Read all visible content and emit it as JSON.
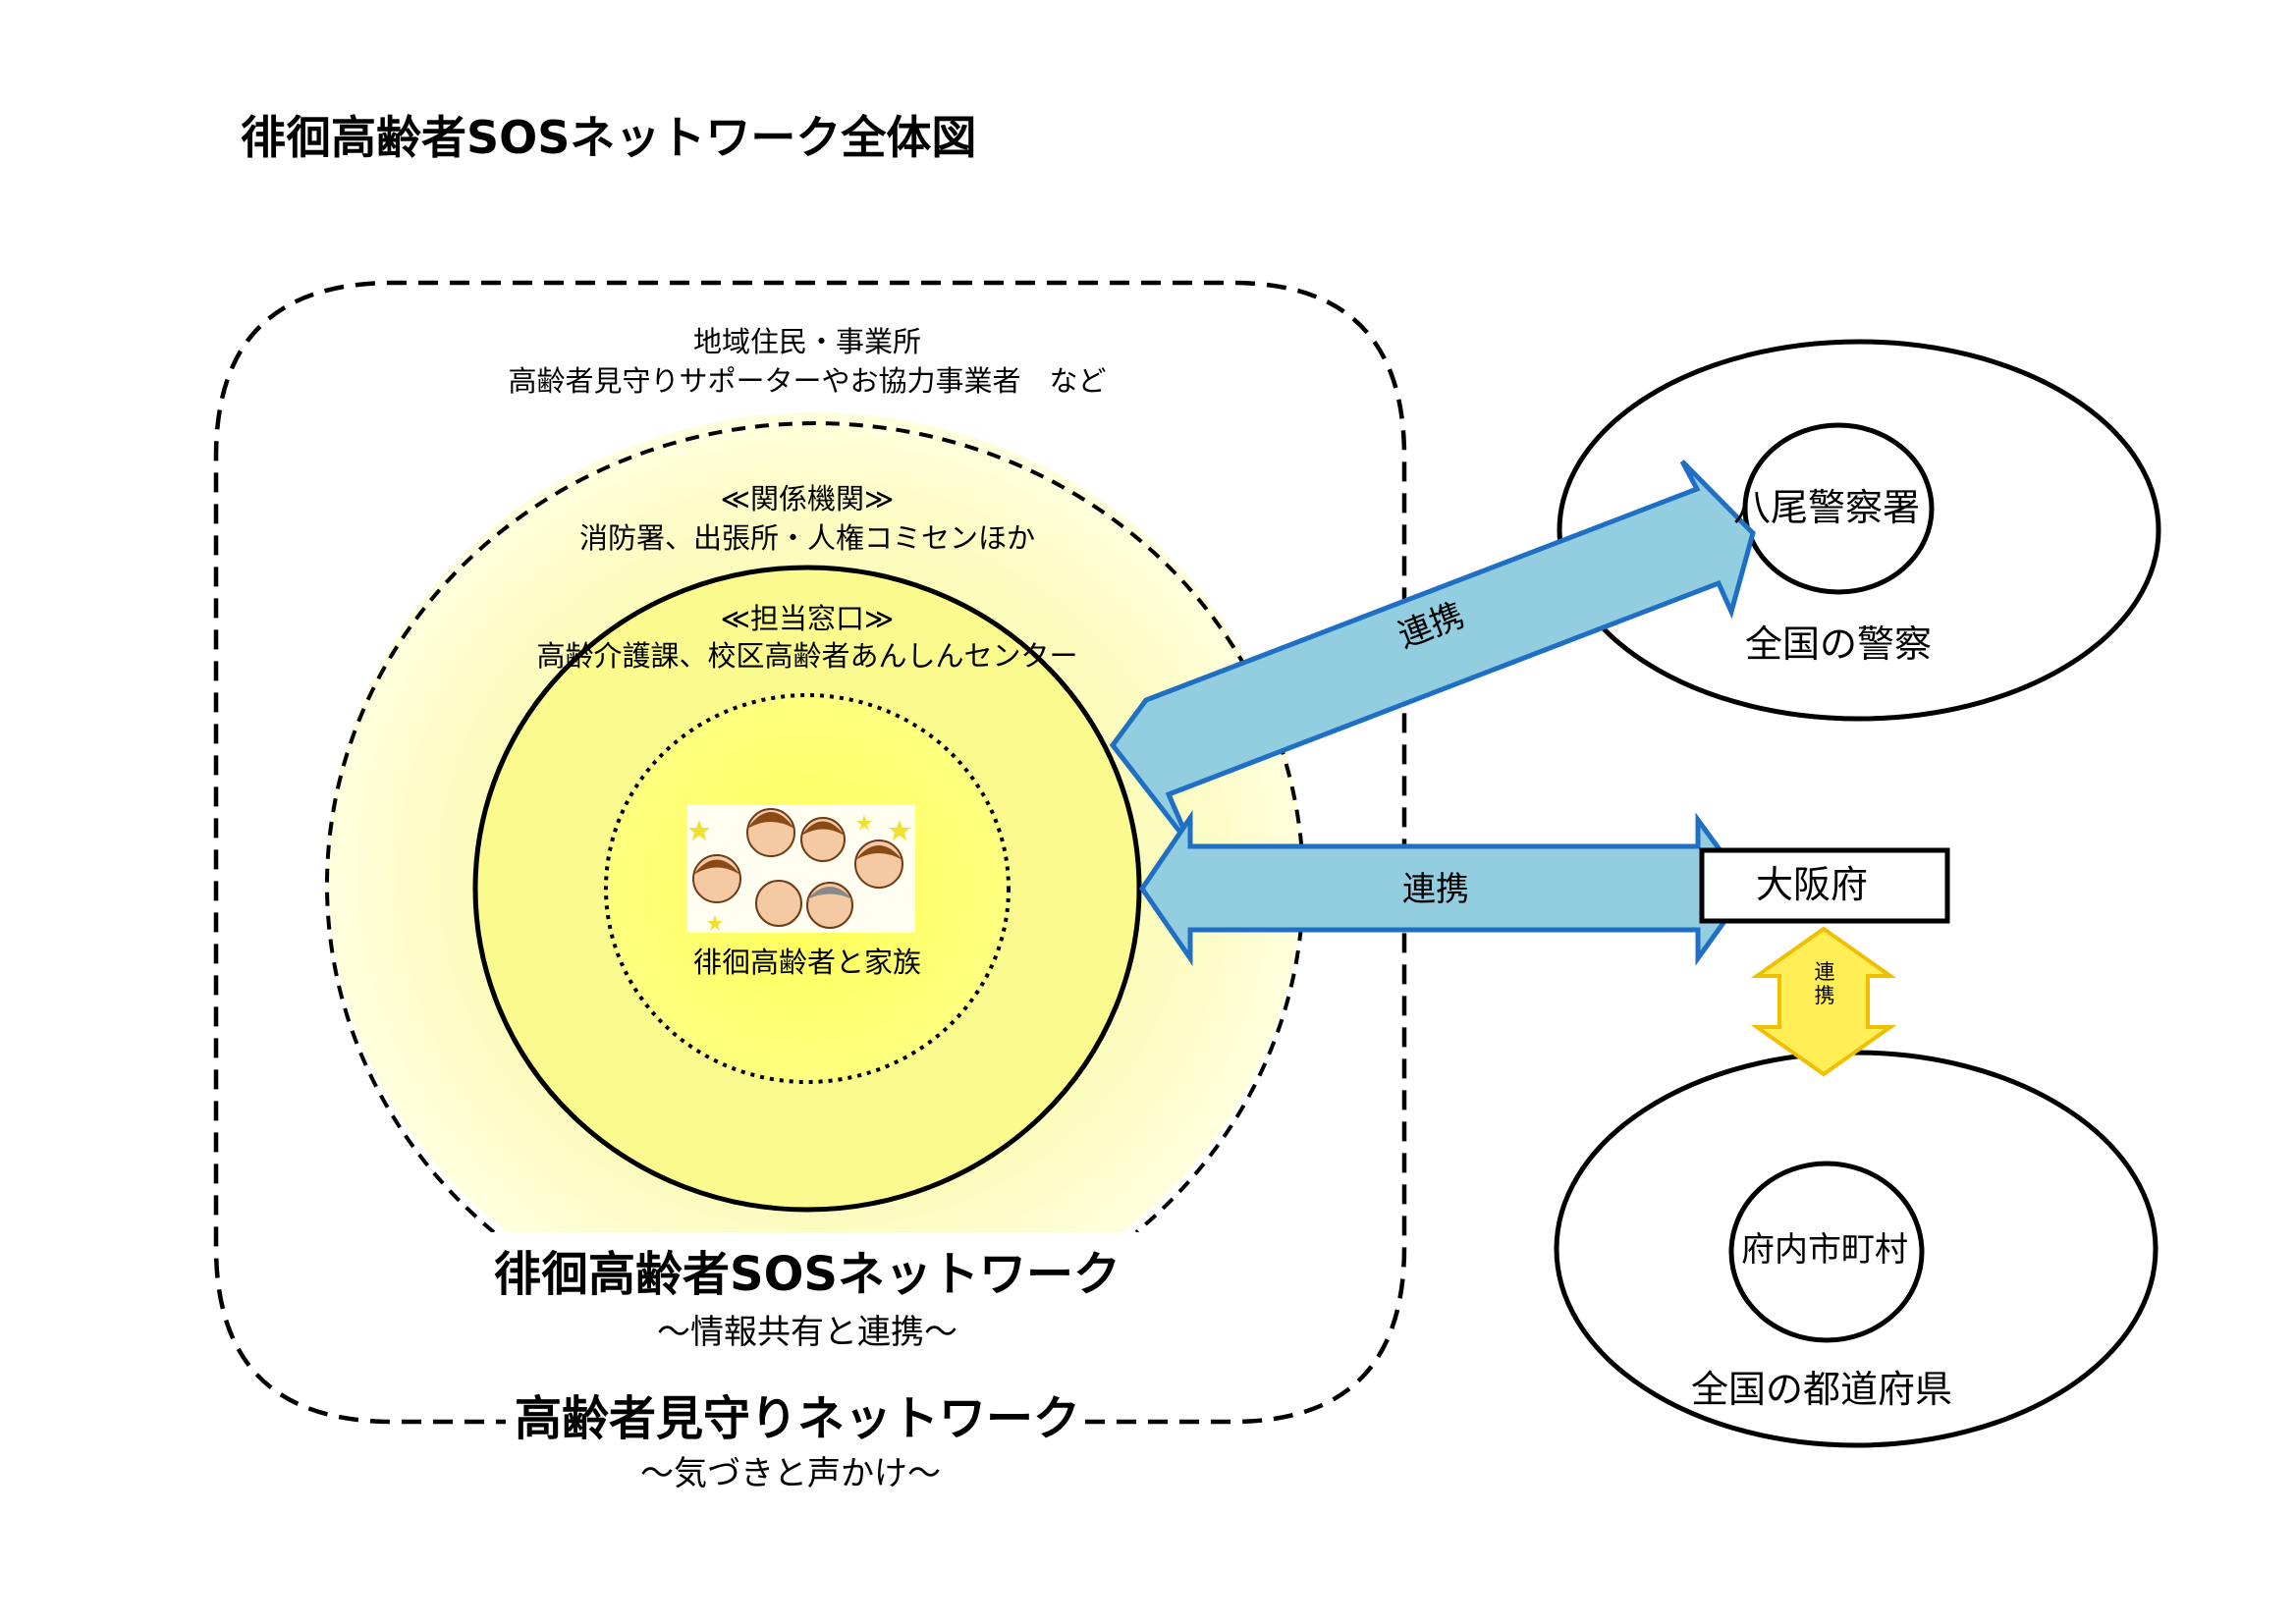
{
  "title": "徘徊高齢者SOSネットワーク全体図",
  "outer_zone": {
    "line1": "地域住民・事業所",
    "line2": "高齢者見守りサポーターやお協力事業者　など",
    "network_name": "高齢者見守りネットワーク",
    "network_sub": "～気づきと声かけ～"
  },
  "related_zone": {
    "line1": "≪関係機関≫",
    "line2": "消防署、出張所・人権コミセンほか"
  },
  "contact_zone": {
    "line1": "≪担当窓口≫",
    "line2": "高齢介護課、校区高齢者あんしんセンター"
  },
  "core": {
    "label": "徘徊高齢者と家族",
    "image": "family-illustration"
  },
  "sos_network": {
    "name": "徘徊高齢者SOSネットワーク",
    "sub": "～情報共有と連携～"
  },
  "police": {
    "inner": "八尾警察署",
    "outer": "全国の警察"
  },
  "prefecture": {
    "box": "大阪府"
  },
  "municipalities": {
    "inner": "府内市町村",
    "outer": "全国の都道府県"
  },
  "links": {
    "police_link": "連携",
    "pref_link": "連携",
    "vertical_link": "連携"
  },
  "colors": {
    "outer_glow": "#fdfdc8",
    "mid_circle": "#fafa96",
    "core": "#ffff66",
    "arrow_fill": "#92cde0",
    "arrow_stroke": "#1f6fc4",
    "yellow_arrow_fill": "#ffee55",
    "yellow_arrow_stroke": "#f0c000"
  }
}
